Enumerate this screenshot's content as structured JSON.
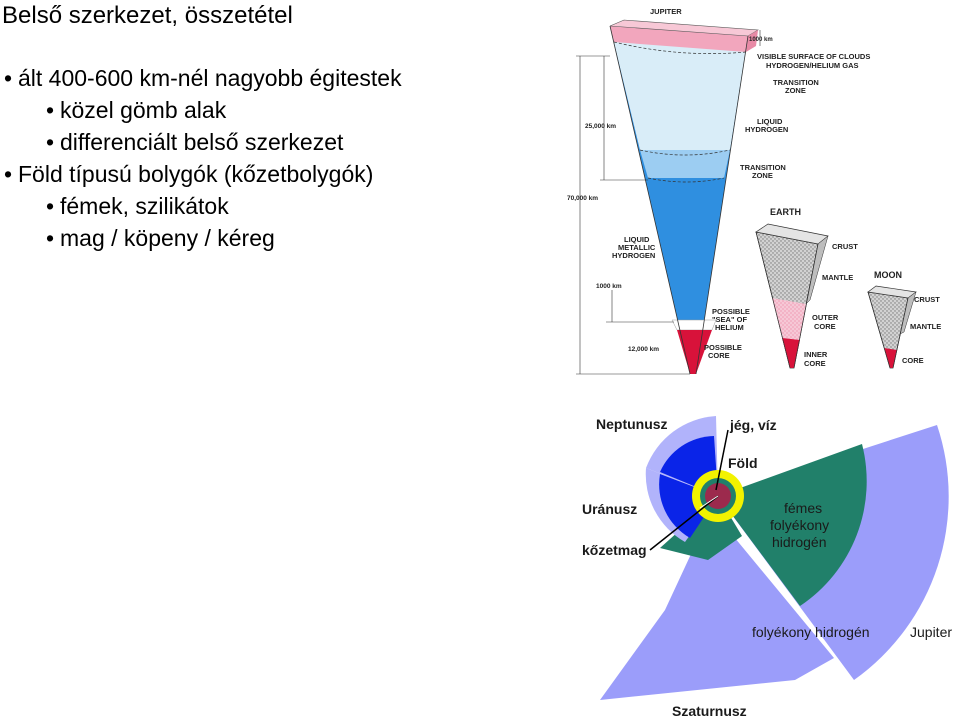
{
  "title": "Belső szerkezet, összetétel",
  "bullets": [
    {
      "level": 1,
      "text": "ált 400-600 km-nél nagyobb égitestek"
    },
    {
      "level": 2,
      "text": "közel gömb alak"
    },
    {
      "level": 2,
      "text": "differenciált belső szerkezet"
    },
    {
      "level": 1,
      "text": "Föld típusú bolygók (kőzetbolygók)"
    },
    {
      "level": 2,
      "text": "fémek, szilikátok"
    },
    {
      "level": 2,
      "text": "mag / köpeny / kéreg"
    }
  ],
  "top_diagram": {
    "jupiter": {
      "name": "JUPITER",
      "labels": {
        "km1000_top": "1000 km",
        "clouds_1": "VISIBLE SURFACE OF CLOUDS",
        "clouds_2": "HYDROGEN/HELIUM GAS",
        "transition1_1": "TRANSITION",
        "transition1_2": "ZONE",
        "liquid_h_1": "LIQUID",
        "liquid_h_2": "HYDROGEN",
        "transition2_1": "TRANSITION",
        "transition2_2": "ZONE",
        "km25000": "25,000 km",
        "km70000": "70,000 km",
        "metallic_1": "LIQUID",
        "metallic_2": "METALLIC",
        "metallic_3": "HYDROGEN",
        "km1000_low": "1000 km",
        "sea_1": "POSSIBLE",
        "sea_2": "\"SEA\" OF",
        "sea_3": "HELIUM",
        "km12000": "12,000 km",
        "core_1": "POSSIBLE",
        "core_2": "CORE"
      }
    },
    "earth": {
      "name": "EARTH",
      "labels": {
        "crust": "CRUST",
        "mantle": "MANTLE",
        "outer_1": "OUTER",
        "outer_2": "CORE",
        "inner_1": "INNER",
        "inner_2": "CORE"
      }
    },
    "moon": {
      "name": "MOON",
      "labels": {
        "crust": "CRUST",
        "mantle": "MANTLE",
        "core": "CORE"
      }
    }
  },
  "bottom_diagram": {
    "labels": {
      "neptunusz": "Neptunusz",
      "jeg_viz": "jég, víz",
      "fold": "Föld",
      "uranusz": "Uránusz",
      "fémes_1": "fémes",
      "fémes_2": "folyékony",
      "fémes_3": "hidrogén",
      "kozetmag": "kőzetmag",
      "folyekony_h": "folyékony hidrogén",
      "jupiter": "Jupiter",
      "szaturnusz": "Szaturnusz"
    }
  },
  "colors": {
    "jupiter_cloud": "#f2a6bd",
    "jupiter_liquid_h": "#d6ecf8",
    "jupiter_metallic": "#3b9ee8",
    "core_red": "#d8123a",
    "rocky_gray": "#c8c8c8",
    "earth_outer_core": "#f0a8bd",
    "ice_blue": "#0a24e8",
    "light_hydrogen": "#9b9dfa",
    "metallic_green": "#21806a",
    "earth_yellow": "#f2f200",
    "rock_core": "#9c2a4d"
  }
}
